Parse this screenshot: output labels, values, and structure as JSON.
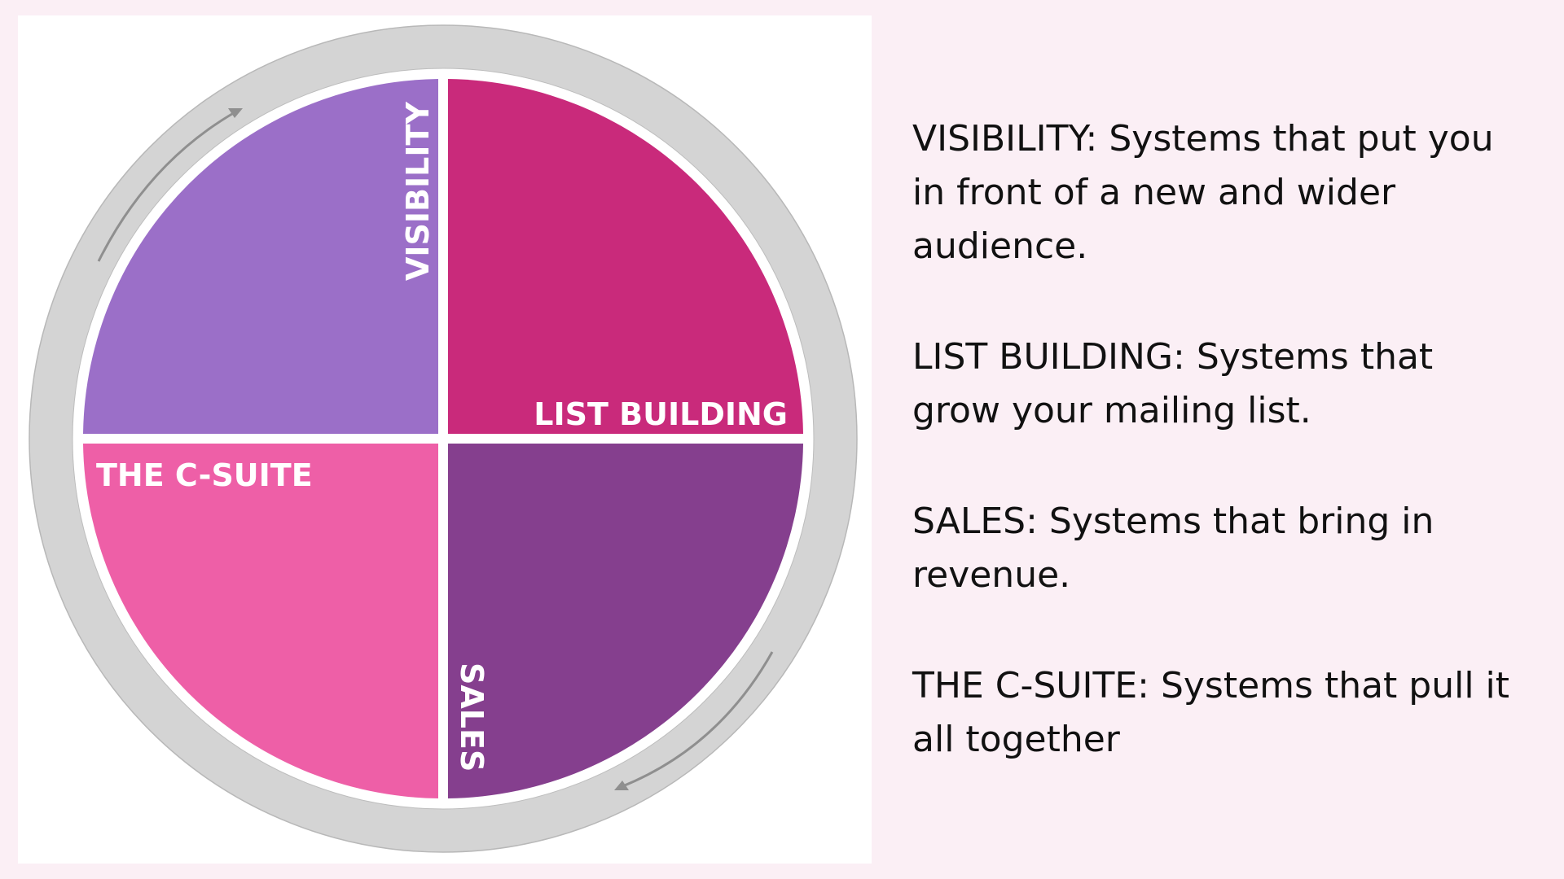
{
  "diagram": {
    "quadrants": [
      {
        "key": "visibility",
        "label": "VISIBILITY",
        "color": "#9b6fc8"
      },
      {
        "key": "list_building",
        "label": "LIST BUILDING",
        "color": "#c92a7b"
      },
      {
        "key": "sales",
        "label": "SALES",
        "color": "#853f8e"
      },
      {
        "key": "c_suite",
        "label": "THE C-SUITE",
        "color": "#ee5fa7"
      }
    ],
    "ring_color": "#d4d4d4",
    "arrow_color": "#8f8f8f"
  },
  "descriptions": [
    {
      "term": "VISIBILITY",
      "text": ": Systems that put you in front of a new and wider audience."
    },
    {
      "term": "LIST BUILDING",
      "text": ": Systems that grow your mailing list."
    },
    {
      "term": "SALES:",
      "text": " Systems that bring in revenue."
    },
    {
      "term": "THE C-SUITE:",
      "text": " Systems that pull it all together"
    }
  ]
}
